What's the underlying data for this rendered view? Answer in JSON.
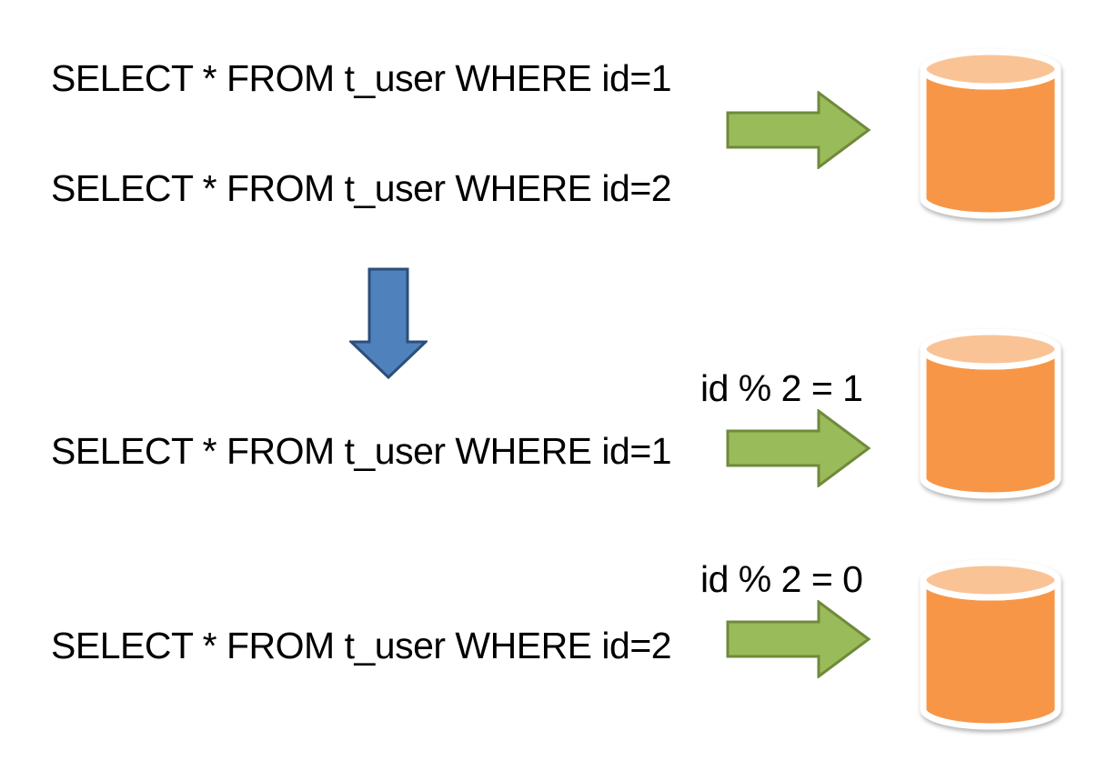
{
  "colors": {
    "background": "#FFFFFF",
    "text_color": "#000000",
    "green_fill": "#9ABB59",
    "green_border": "#6F8A3B",
    "blue_fill": "#4F81BD",
    "blue_border": "#2D4E79",
    "db_body": "#F79646",
    "db_top": "#FAC396"
  },
  "before": {
    "query1": "SELECT * FROM t_user WHERE id=1",
    "query2": "SELECT * FROM t_user WHERE id=2",
    "target": "database"
  },
  "routes": [
    {
      "query": "SELECT * FROM t_user WHERE id=1",
      "condition": "id % 2 = 1",
      "target": "database"
    },
    {
      "query": "SELECT * FROM t_user WHERE id=2",
      "condition": "id % 2 = 0",
      "target": "database"
    }
  ]
}
